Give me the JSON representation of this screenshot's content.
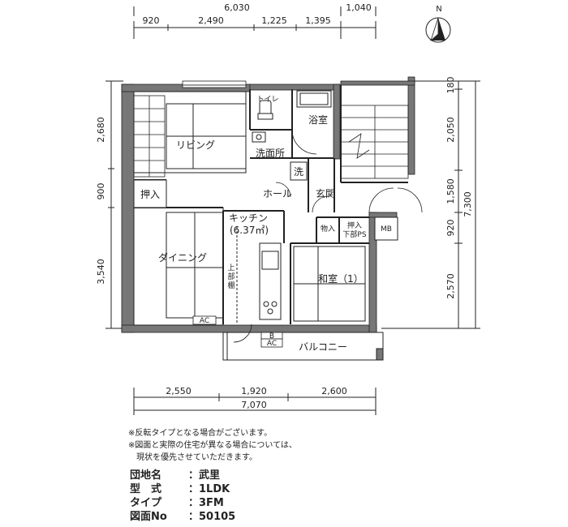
{
  "dimensions": {
    "top_total": "6,030",
    "top_extra": "1,040",
    "top": [
      "920",
      "2,490",
      "1,225",
      "1,395"
    ],
    "left": [
      "2,680",
      "900",
      "3,540"
    ],
    "right": [
      "180",
      "2,050",
      "1,580",
      "920",
      "2,570"
    ],
    "right_total": "7,300",
    "bottom": [
      "2,550",
      "1,920",
      "2,600"
    ],
    "bottom_total": "7,070"
  },
  "rooms": {
    "living": "リビング",
    "dining": "ダイニング",
    "kitchen": "キッチン",
    "kitchen_area": "(6.37㎡)",
    "toilet": "トイレ",
    "bath": "浴室",
    "washroom": "洗面所",
    "washer": "洗",
    "hall": "ホール",
    "entrance": "玄関",
    "closet_left": "押入",
    "storage": "物入",
    "closet_ps_1": "押入",
    "closet_ps_2": "下部PS",
    "mb": "MB",
    "washitsu": "和室（1）",
    "balcony": "バルコニー",
    "upper_cabinet_1": "上",
    "upper_cabinet_2": "部",
    "upper_cabinet_3": "棚",
    "ac": "AC",
    "b": "B"
  },
  "compass": "N",
  "notes": [
    "※反転タイプとなる場合がございます。",
    "※図面と実際の住宅が異なる場合については、",
    "　現状を優先させていただきます。"
  ],
  "info": [
    {
      "label": "団地名",
      "value": "：武里"
    },
    {
      "label": "型　式",
      "value": "：1LDK"
    },
    {
      "label": "タイプ",
      "value": "：3FM"
    },
    {
      "label": "図面No",
      "value": "：50105"
    }
  ]
}
